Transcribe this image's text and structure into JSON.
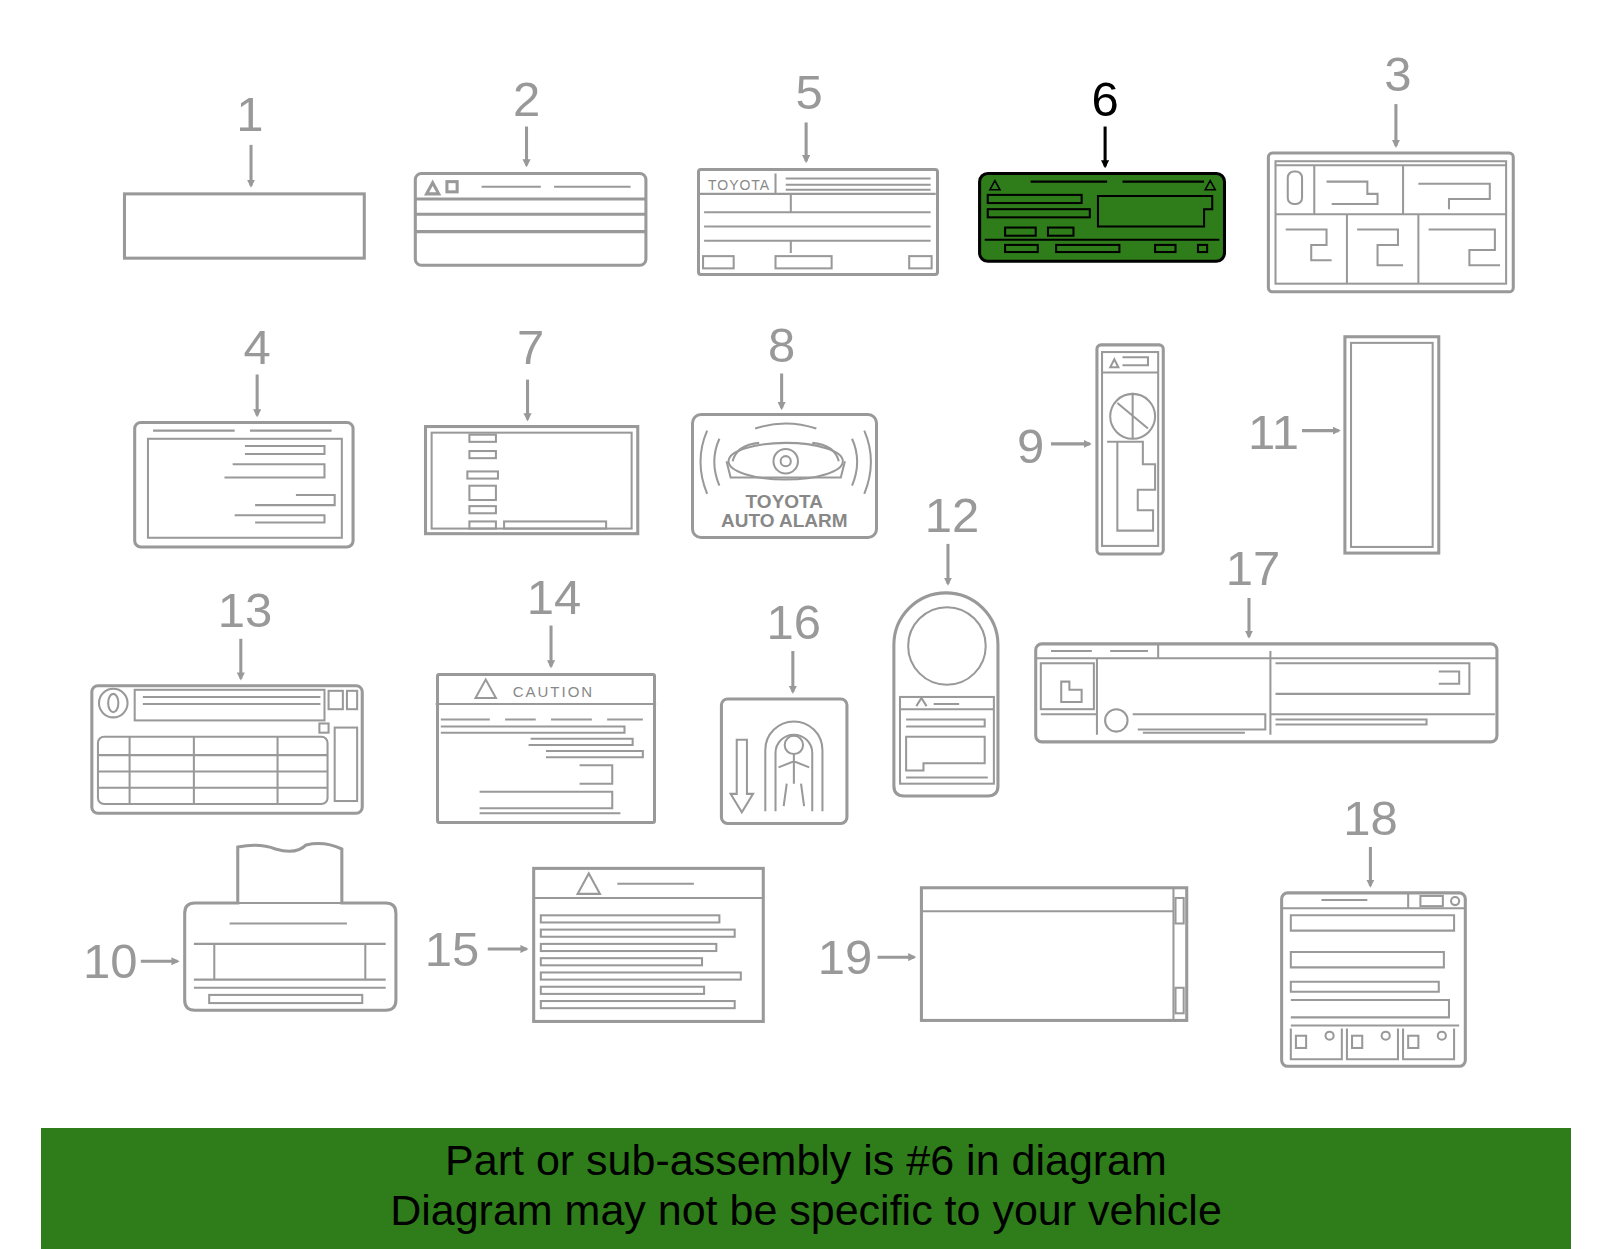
{
  "diagram": {
    "nodes": [
      {
        "text": [
          "TOYOTA"
        ]
      },
      {
        "text": [
          "TOYOTA AUTO ALARM"
        ]
      },
      {
        "text": [
          "CAUTION"
        ]
      },
      {
        "text": [
          "Part or sub-assembly is #6 in diagram",
          "Diagram may not be specific to your vehicle"
        ]
      }
    ],
    "labels": [
      "1",
      "2",
      "5",
      "6",
      "3",
      "4",
      "7",
      "8",
      "9",
      "11",
      "12",
      "13",
      "14",
      "16",
      "17",
      "10",
      "15",
      "19",
      "18"
    ]
  }
}
